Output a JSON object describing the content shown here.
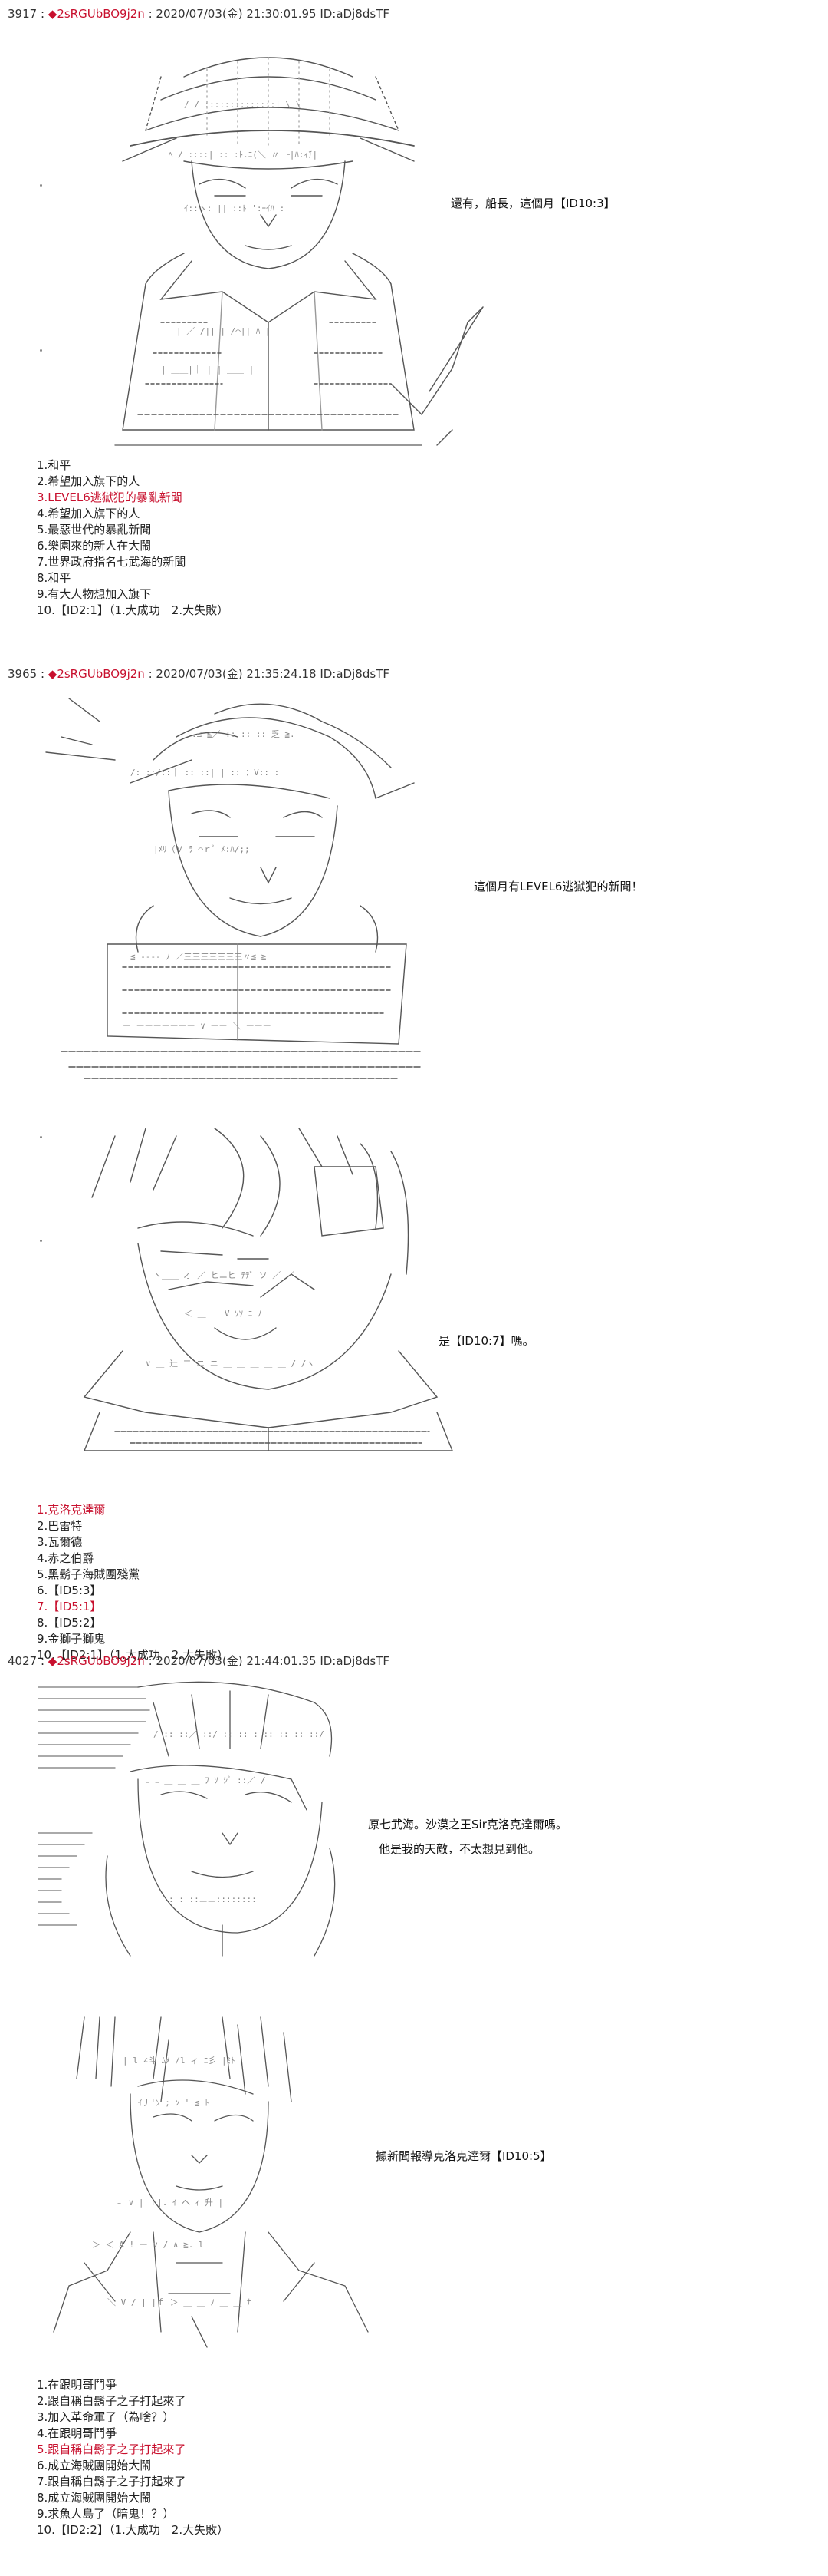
{
  "posts": [
    {
      "num": "3917",
      "sep": " :  ",
      "name": "◆2sRGUbBO9j2n",
      "meta": "  :  2020/07/03(金) 21:30:01.95 ID:aDj8dsTF",
      "dialogues": [
        "還有，船長，這個月【ID10:3】"
      ],
      "options": [
        {
          "text": "1.和平",
          "red": false
        },
        {
          "text": "2.希望加入旗下的人",
          "red": false
        },
        {
          "text": "3.LEVEL6逃獄犯的暴亂新聞",
          "red": true
        },
        {
          "text": "4.希望加入旗下的人",
          "red": false
        },
        {
          "text": "5.最惡世代的暴亂新聞",
          "red": false
        },
        {
          "text": "6.樂園來的新人在大鬧",
          "red": false
        },
        {
          "text": "7.世界政府指名七武海的新聞",
          "red": false
        },
        {
          "text": "8.和平",
          "red": false
        },
        {
          "text": "9.有大人物想加入旗下",
          "red": false
        },
        {
          "text": "10.【ID2:1】（1.大成功　2.大失敗）",
          "red": false
        }
      ]
    },
    {
      "num": "3965",
      "sep": " :  ",
      "name": "◆2sRGUbBO9j2n",
      "meta": "  :  2020/07/03(金) 21:35:24.18 ID:aDj8dsTF",
      "dialogues": [
        "這個月有LEVEL6逃獄犯的新聞！",
        "是【ID10:7】嗎。"
      ],
      "options": [
        {
          "text": "1.克洛克達爾",
          "red": true
        },
        {
          "text": "2.巴雷特",
          "red": false
        },
        {
          "text": "3.瓦爾德",
          "red": false
        },
        {
          "text": "4.赤之伯爵",
          "red": false
        },
        {
          "text": "5.黑鬍子海賊團殘黨",
          "red": false
        },
        {
          "text": "6.【ID5:3】",
          "red": false
        },
        {
          "text": "7.【ID5:1】",
          "red": true
        },
        {
          "text": "8.【ID5:2】",
          "red": false
        },
        {
          "text": "9.金獅子獅鬼",
          "red": false
        },
        {
          "text": "10.【ID2:1】（1.大成功　2.大失敗）",
          "red": false
        }
      ]
    },
    {
      "num": "4027",
      "sep": " :  ",
      "name": "◆2sRGUbBO9j2n",
      "meta": "  :  2020/07/03(金) 21:44:01.35 ID:aDj8dsTF",
      "dialogues": [
        "原七武海。沙漠之王Sir克洛克達爾嗎。",
        "他是我的天敵，不太想見到他。",
        "據新聞報導克洛克達爾【ID10:5】"
      ],
      "options": [
        {
          "text": "1.在跟明哥鬥爭",
          "red": false
        },
        {
          "text": "2.跟自稱白鬍子之子打起來了",
          "red": false
        },
        {
          "text": "3.加入革命軍了（為啥？）",
          "red": false
        },
        {
          "text": "4.在跟明哥鬥爭",
          "red": false
        },
        {
          "text": "5.跟自稱白鬍子之子打起來了",
          "red": true
        },
        {
          "text": "6.成立海賊團開始大鬧",
          "red": false
        },
        {
          "text": "7.跟自稱白鬍子之子打起來了",
          "red": false
        },
        {
          "text": "8.成立海賊團開始大鬧",
          "red": false
        },
        {
          "text": "9.求魚人島了（暗鬼！？）",
          "red": false
        },
        {
          "text": "10.【ID2:2】（1.大成功　2.大失敗）",
          "red": false
        }
      ]
    }
  ]
}
